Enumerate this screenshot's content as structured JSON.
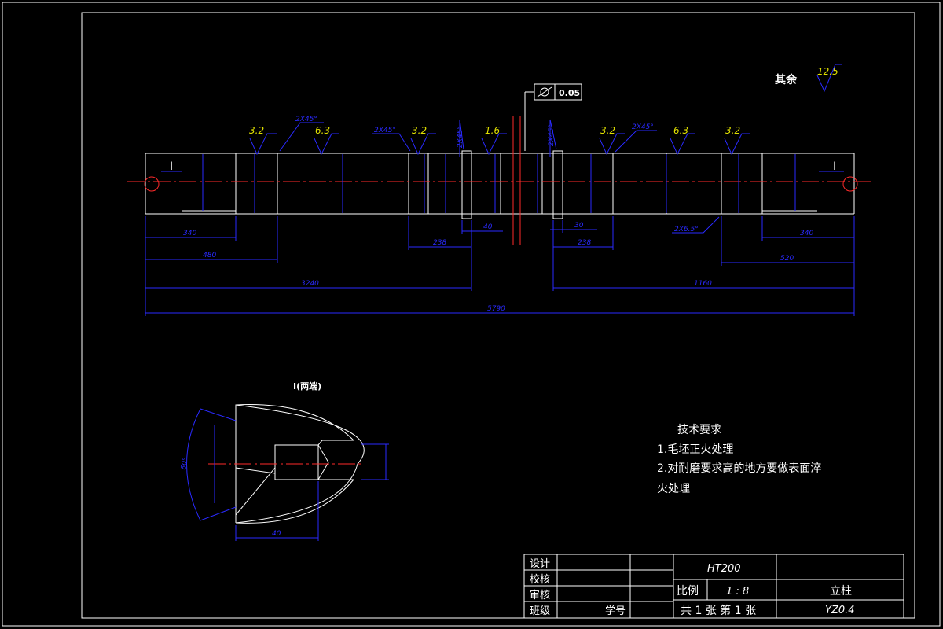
{
  "dimensions": {
    "d340_left": "340",
    "d480": "480",
    "d3240": "3240",
    "d5790": "5790",
    "d238_left": "238",
    "d40_left": "40",
    "d30_right": "30",
    "d238_right": "238",
    "d1160": "1160",
    "d520": "520",
    "d340_right": "340",
    "ball_40": "40"
  },
  "roughness": {
    "r1": "3.2",
    "r2": "6.3",
    "r3": "3.2",
    "r4": "1.6",
    "r5": "3.2",
    "r6": "6.3",
    "r7": "3.2",
    "rest_label": "其余",
    "rest_value": "12.5"
  },
  "chamfers": {
    "c1": "2X45°",
    "c2": "2X45°",
    "c3": "2X45°",
    "c4": "2X45°",
    "c5": "2X45°",
    "c6": "2X6.5°"
  },
  "tolerance": {
    "value": "0.05"
  },
  "section_marks": {
    "left": "I",
    "right": "I"
  },
  "detail": {
    "label": "I(两端)",
    "angle": "60°"
  },
  "tech": {
    "title": "技术要求",
    "line1": "1.毛坯正火处理",
    "line2": "2.对耐磨要求高的地方要做表面淬",
    "line3": "火处理"
  },
  "title_block": {
    "design": "设计",
    "proofread": "校核",
    "review": "审核",
    "class": "班级",
    "student_no": "学号",
    "material": "HT200",
    "scale_label": "比例",
    "scale_value": "1 : 8",
    "sheets": "共 1 张  第 1 张",
    "part_name": "立柱",
    "drawing_no": "YZ0.4"
  },
  "colors": {
    "background": "#000000",
    "outline": "#ffffff",
    "dimension": "#2a2aff",
    "centerline": "#ff2a2a",
    "hatch": "#e0e000"
  }
}
